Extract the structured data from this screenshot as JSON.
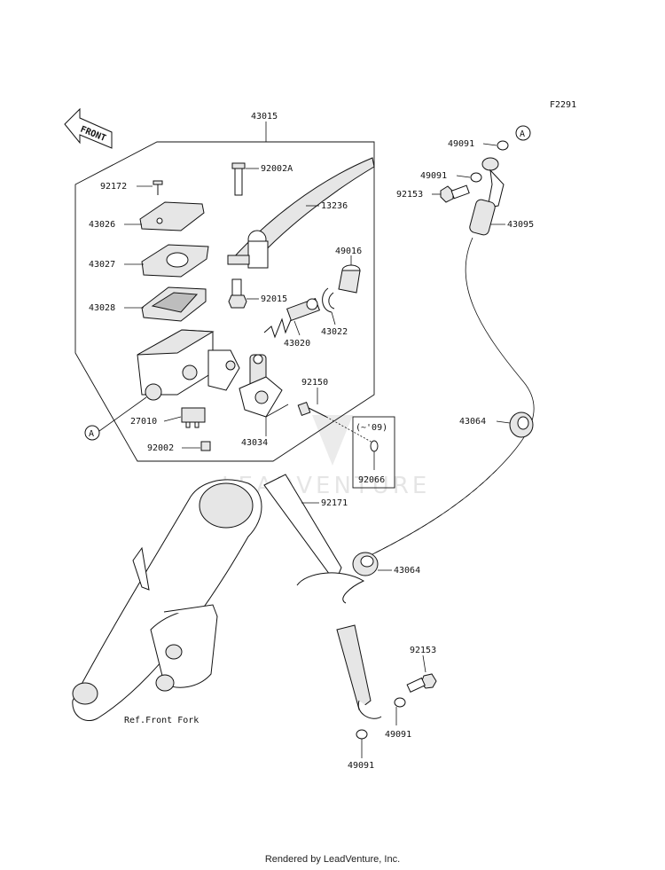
{
  "figure_code": "F2291",
  "direction_label": "FRONT",
  "watermark": "LEADVENTURE",
  "ref_label": "Ref.Front Fork",
  "footer": "Rendered by LeadVenture, Inc.",
  "callout_letter": "A",
  "note_label": "(~'09)",
  "labels": {
    "p43015": "43015",
    "p92002A": "92002A",
    "p13236": "13236",
    "p92172": "92172",
    "p43026": "43026",
    "p43027": "43027",
    "p43028": "43028",
    "p49016": "49016",
    "p92015": "92015",
    "p43022": "43022",
    "p43020": "43020",
    "p92150": "92150",
    "p27010": "27010",
    "p43034": "43034",
    "p92002": "92002",
    "p92066": "92066",
    "p49091_top1": "49091",
    "p49091_top2": "49091",
    "p92153_top": "92153",
    "p43095": "43095",
    "p43064_right": "43064",
    "p92171": "92171",
    "p43064_mid": "43064",
    "p92153_bottom": "92153",
    "p49091_bottom1": "49091",
    "p49091_bottom2": "49091"
  }
}
